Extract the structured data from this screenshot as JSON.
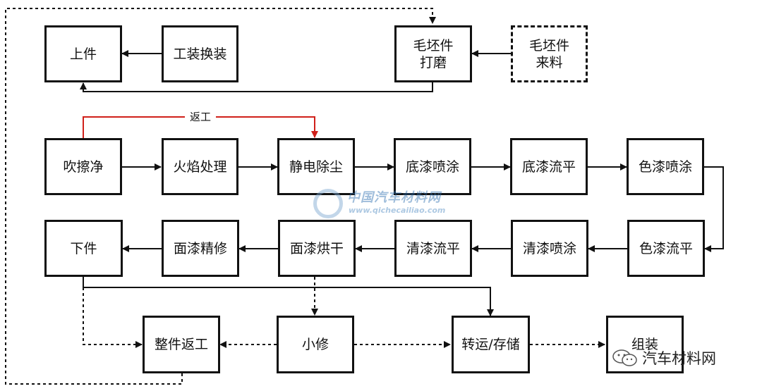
{
  "nodes": {
    "shangjian": "上件",
    "gongzhuang": "工装换装",
    "pidamo": "毛坯件\n打磨",
    "pilailiao": "毛坯件\n来料",
    "chuicajing": "吹擦净",
    "huoyan": "火焰处理",
    "jingdian": "静电除尘",
    "diqi_pentu": "底漆喷涂",
    "diqi_liuping": "底漆流平",
    "seqi_pentu": "色漆喷涂",
    "xiajian": "下件",
    "mianqi_jingxiu": "面漆精修",
    "mianqi_honggan": "面漆烘干",
    "qingqi_liuping": "清漆流平",
    "qingqi_pentu": "清漆喷涂",
    "seqi_liuping": "色漆流平",
    "zhengjian_fangong": "整件返工",
    "xiaoxiu": "小修",
    "zhuanyun": "转运/存储",
    "zuzhuang": "组装"
  },
  "rework_label": "返工",
  "colors": {
    "rework": "#d0201a",
    "line": "#111111"
  },
  "watermark": {
    "name": "中国汽车材料网",
    "url": "www.qichecailiao.com"
  },
  "brand": {
    "icon": "wechat-icon",
    "text": "汽车材料网"
  }
}
